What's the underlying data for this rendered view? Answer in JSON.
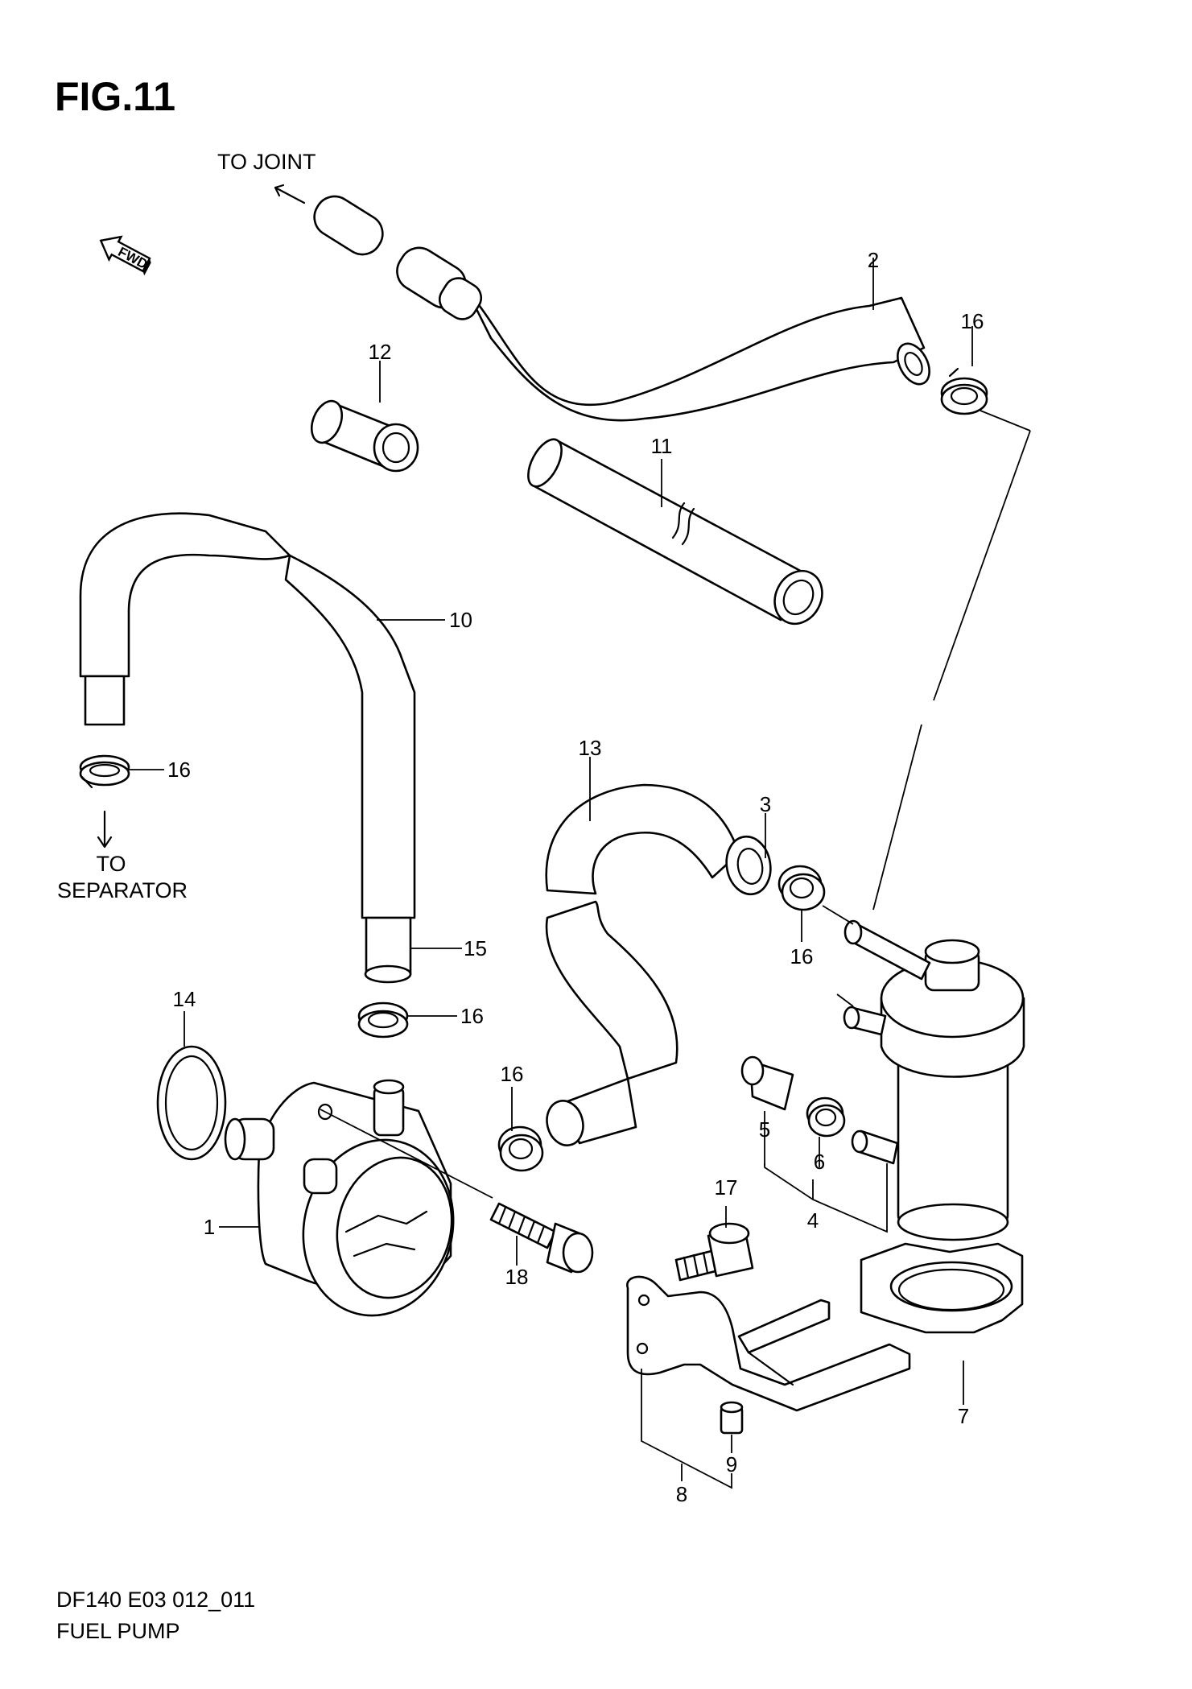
{
  "figure": {
    "title": "FIG.11"
  },
  "notes": {
    "to_joint": "TO JOINT",
    "to_separator_line1": "TO",
    "to_separator_line2": "SEPARATOR",
    "fwd": "FWD"
  },
  "callouts": {
    "c1": "1",
    "c2": "2",
    "c3": "3",
    "c4": "4",
    "c5": "5",
    "c6": "6",
    "c7": "7",
    "c8": "8",
    "c9": "9",
    "c10": "10",
    "c11": "11",
    "c12": "12",
    "c13": "13",
    "c14": "14",
    "c15": "15",
    "c16a": "16",
    "c16b": "16",
    "c16c": "16",
    "c16d": "16",
    "c16e": "16",
    "c17": "17",
    "c18": "18"
  },
  "footer": {
    "code": "DF140 E03 012_011",
    "name": "FUEL PUMP"
  }
}
